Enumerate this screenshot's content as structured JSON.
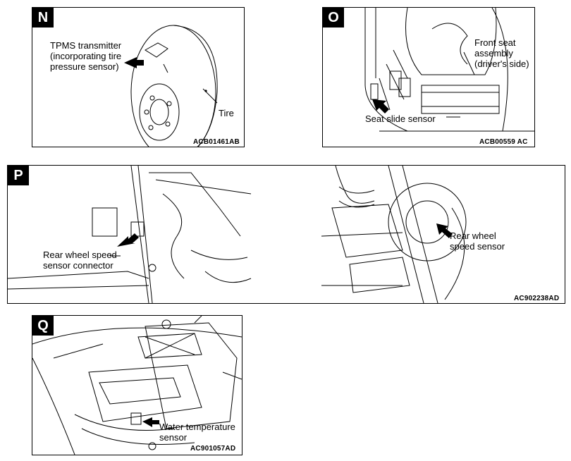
{
  "panels": {
    "n": {
      "letter": "N",
      "label_tpms": "TPMS transmitter\n(incorporating tire\npressure sensor)",
      "label_tire": "Tire",
      "code": "ACB01461AB"
    },
    "o": {
      "letter": "O",
      "label_seat": "Front seat\nassembly\n(driver's side)",
      "label_sensor": "Seat slide sensor",
      "code": "ACB00559 AC"
    },
    "p": {
      "letter": "P",
      "label_connector": "Rear wheel speed\nsensor connector",
      "label_sensor": "Rear wheel\nspeed sensor",
      "code": "AC902238AD"
    },
    "q": {
      "letter": "Q",
      "label_sensor": "Water temperature\nsensor",
      "code": "AC901057AD"
    }
  }
}
